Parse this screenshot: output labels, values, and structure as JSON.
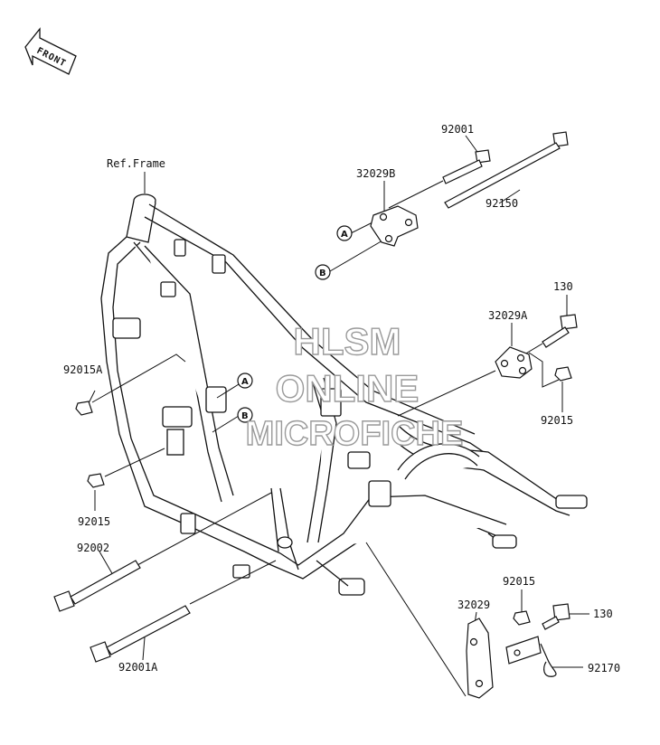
{
  "direction": {
    "label": "FRONT"
  },
  "reference": {
    "label": "Ref.Frame"
  },
  "parts": {
    "p92001": "92001",
    "p32029B": "32029B",
    "p92150": "92150",
    "p130_top": "130",
    "p32029A": "32029A",
    "p92015_right": "92015",
    "p92015A": "92015A",
    "p92015_left": "92015",
    "p92002": "92002",
    "p92001A": "92001A",
    "p92015_bottom": "92015",
    "p32029": "32029",
    "p130_bottom": "130",
    "p92170": "92170"
  },
  "callouts": {
    "a": "A",
    "b": "B"
  },
  "watermark": {
    "line1": "HLSM",
    "line2": "ONLINE",
    "line3": "MICROFICHE"
  }
}
